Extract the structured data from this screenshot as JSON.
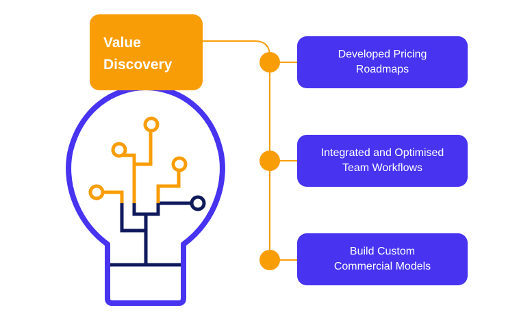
{
  "title": {
    "line1": "Value",
    "line2": "Discovery"
  },
  "steps": [
    {
      "line1": "Developed Pricing",
      "line2": "Roadmaps"
    },
    {
      "line1": "Integrated and Optimised",
      "line2": "Team Workflows"
    },
    {
      "line1": "Build Custom",
      "line2": "Commercial Models"
    }
  ],
  "colors": {
    "orange": "#F99D06",
    "blue": "#4733F0",
    "navy": "#0F1A5C"
  },
  "icon": "lightbulb-circuit-icon"
}
